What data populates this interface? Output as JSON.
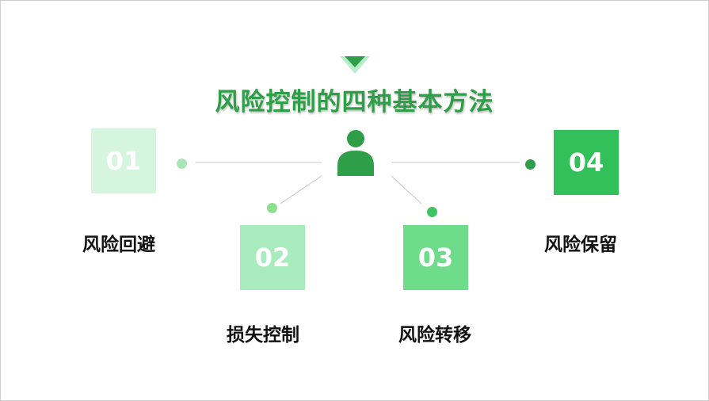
{
  "title": "风险控制的四种基本方法",
  "colors": {
    "title": "#2e9e48",
    "triangle": "#2e9e48",
    "triangle_light": "#b9ecc8",
    "person": "#2e9e48",
    "connector_line": "#c8c8c8"
  },
  "center_icon": "person-icon",
  "methods": [
    {
      "number": "01",
      "label": "风险回避",
      "box_color": "#d6f5de",
      "dot_color": "#a8e6b8"
    },
    {
      "number": "02",
      "label": "损失控制",
      "box_color": "#a8ebbd",
      "dot_color": "#8ee08c"
    },
    {
      "number": "03",
      "label": "风险转移",
      "box_color": "#6fdc8c",
      "dot_color": "#3fc463"
    },
    {
      "number": "04",
      "label": "风险保留",
      "box_color": "#33bf5a",
      "dot_color": "#2e9e48"
    }
  ]
}
